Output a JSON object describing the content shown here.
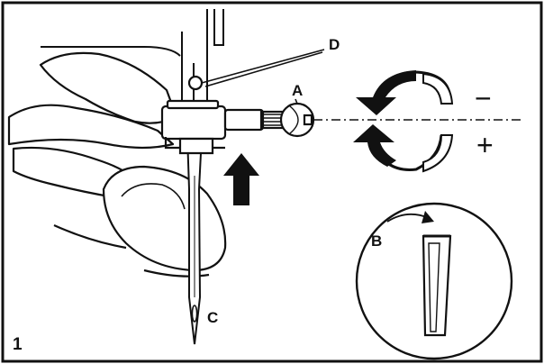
{
  "figure": {
    "number": "1",
    "labels": {
      "a": "A",
      "b": "B",
      "c": "C",
      "d": "D"
    },
    "signs": {
      "minus": "−",
      "plus": "+"
    },
    "icons": {
      "arrow_up": "arrow-up-icon",
      "rotate_loosen": "rotate-counterclockwise-icon",
      "rotate_tighten": "rotate-clockwise-icon",
      "detail_arrow": "curved-arrow-icon"
    },
    "colors": {
      "ink": "#111111",
      "paper": "#ffffff"
    }
  }
}
